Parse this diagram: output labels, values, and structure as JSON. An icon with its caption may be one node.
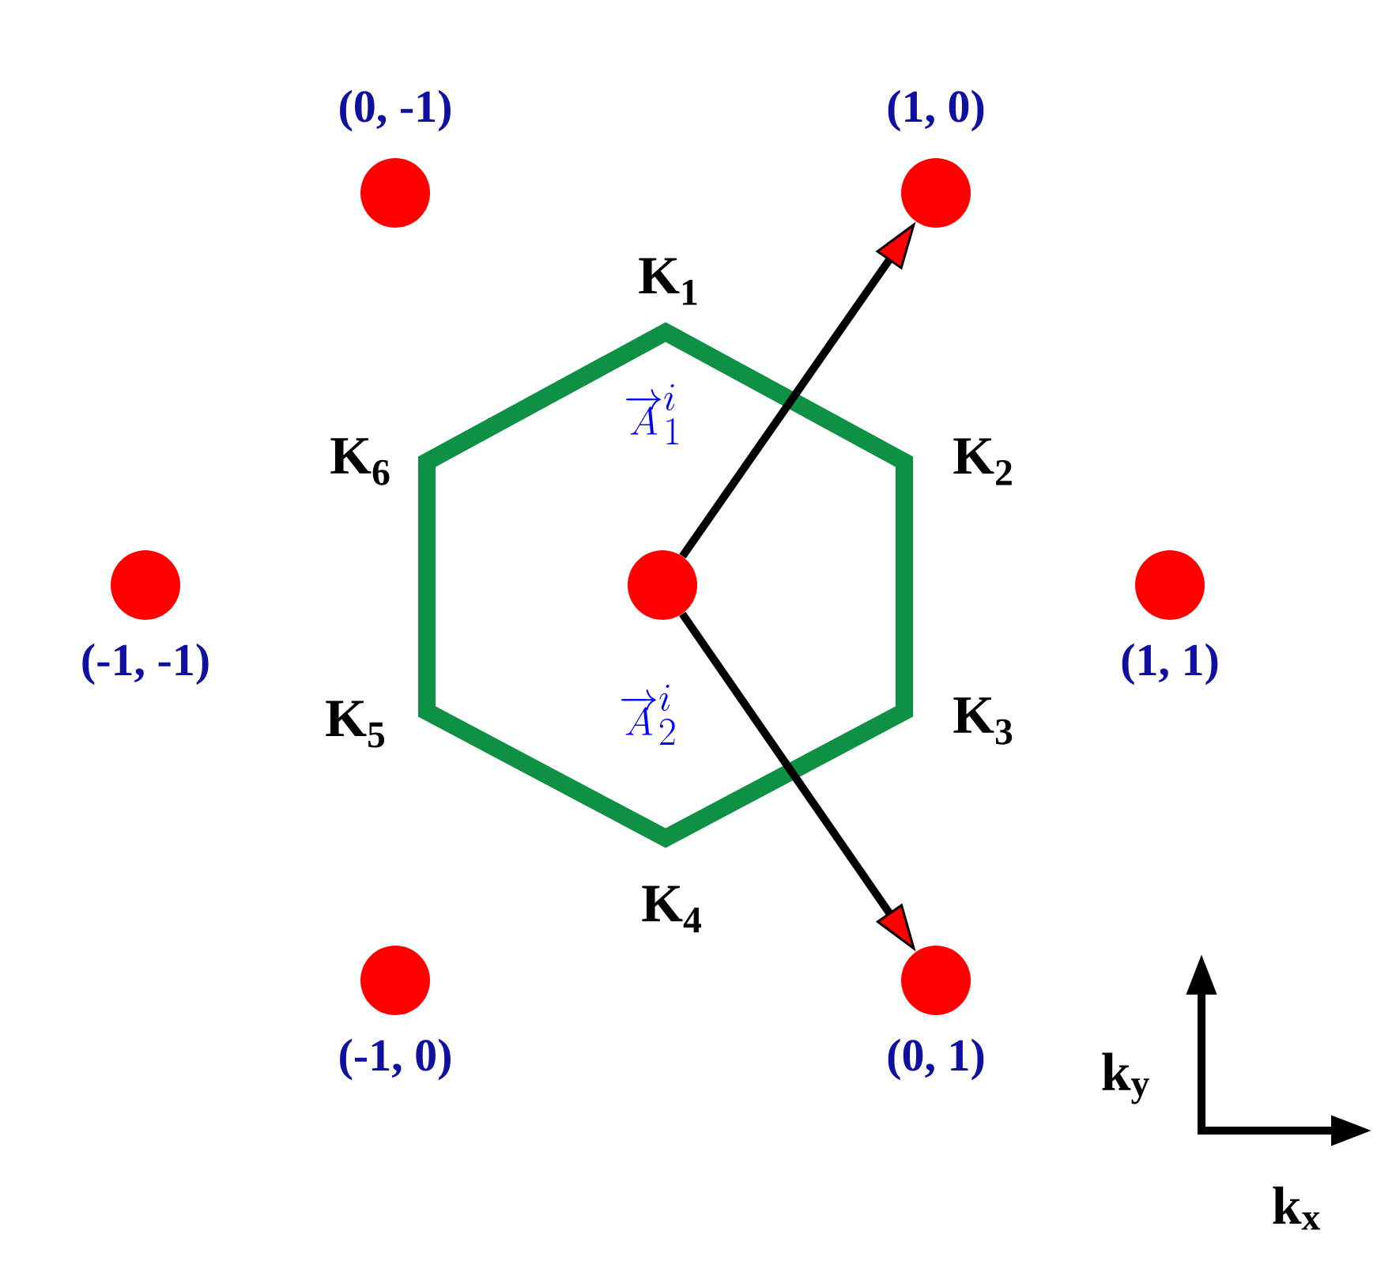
{
  "diagram": {
    "nodes": [
      {
        "text": [],
        "shape": "circle",
        "beside": [
          "(0, -1)"
        ]
      },
      {
        "text": [],
        "shape": "circle",
        "beside": [
          "(1, 0)"
        ]
      },
      {
        "text": [],
        "shape": "hexagon",
        "beside": [
          "K$_{1}$",
          "K$_{2}$",
          "K$_{3}$",
          "K$_{4}$",
          "K$_{5}$",
          "K$_{6}$"
        ]
      },
      {
        "text": [],
        "shape": "circle",
        "beside": [
          "(-1, -1)"
        ]
      },
      {
        "text": [],
        "shape": "circle",
        "in": 2
      },
      {
        "text": [],
        "shape": "circle",
        "beside": [
          "(1, 1)"
        ]
      },
      {
        "text": [],
        "shape": "circle",
        "beside": [
          "(-1, 0)"
        ]
      },
      {
        "text": [],
        "shape": "circle",
        "beside": [
          "(0, 1)"
        ]
      }
    ],
    "edges": [
      {
        "from": 4,
        "to": 1,
        "arrow": "to",
        "label": "\\overrightarrow{A}^{i}_{1}"
      },
      {
        "from": 4,
        "to": 7,
        "arrow": "to",
        "label": "\\overrightarrow{A}^{i}_{2}"
      }
    ],
    "labels": [
      "k$_{y}$",
      "k$_{x}$"
    ]
  }
}
